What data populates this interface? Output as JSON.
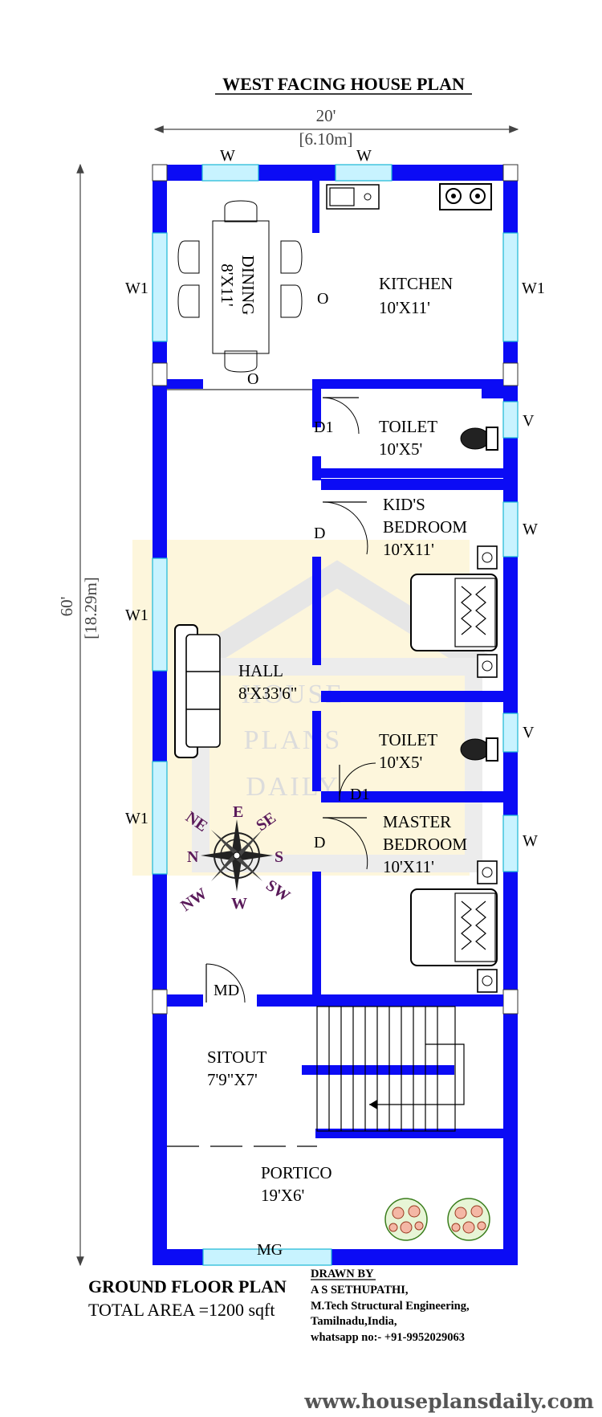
{
  "title": "WEST FACING HOUSE PLAN",
  "dimensions": {
    "width_ft": "20'",
    "width_m": "[6.10m]",
    "length_ft": "60'",
    "length_m": "[18.29m]"
  },
  "rooms": {
    "dining": {
      "name": "DINING",
      "size": "8'X11'"
    },
    "kitchen": {
      "name": "KITCHEN",
      "size": "10'X11'"
    },
    "toilet_1": {
      "name": "TOILET",
      "size": "10'X5'"
    },
    "kids_bedroom": {
      "name_line1": "KID'S",
      "name_line2": "BEDROOM",
      "size": "10'X11'"
    },
    "hall": {
      "name": "HALL",
      "size": "8'X33'6\""
    },
    "toilet_2": {
      "name": "TOILET",
      "size": "10'X5'"
    },
    "master_bedroom": {
      "name_line1": "MASTER",
      "name_line2": "BEDROOM",
      "size": "10'X11'"
    },
    "sitout": {
      "name": "SITOUT",
      "size": "7'9\"X7'"
    },
    "portico": {
      "name": "PORTICO",
      "size": "19'X6'"
    }
  },
  "openings": {
    "w_top_left": "W",
    "w_top_right": "W",
    "w1_dining": "W1",
    "w1_kitchen": "W1",
    "o_kitchen": "O",
    "o_dining": "O",
    "d1_toilet1": "D1",
    "v_toilet1": "V",
    "d_kids": "D",
    "w_kids": "W",
    "w1_hall_upper": "W1",
    "w1_hall_lower": "W1",
    "v_toilet2": "V",
    "d1_toilet2": "D1",
    "d_master": "D",
    "w_master": "W",
    "md": "MD",
    "mg": "MG"
  },
  "watermark": {
    "line1": "HOUSE",
    "line2": "PLANS",
    "line3": "DAILY"
  },
  "compass": {
    "n": "N",
    "e": "E",
    "s": "S",
    "w": "W",
    "ne": "NE",
    "se": "SE",
    "sw": "SW",
    "nw": "NW"
  },
  "footer": {
    "plan_label": "GROUND FLOOR PLAN",
    "total_area": "TOTAL AREA =1200 sqft",
    "drawn_by_label": "DRAWN BY",
    "drawer_name": "A S SETHUPATHI,",
    "drawer_qual": "M.Tech Structural Engineering,",
    "drawer_place": "Tamilnadu,India,",
    "drawer_phone": "whatsapp no:- +91-9952029063",
    "website": "www.houseplansdaily.com"
  },
  "colors": {
    "wall": "#0b0bf5",
    "window": "#c8f3ff",
    "watermark_bg": "#fdf6dc",
    "compass_text": "#5a1a5a"
  }
}
